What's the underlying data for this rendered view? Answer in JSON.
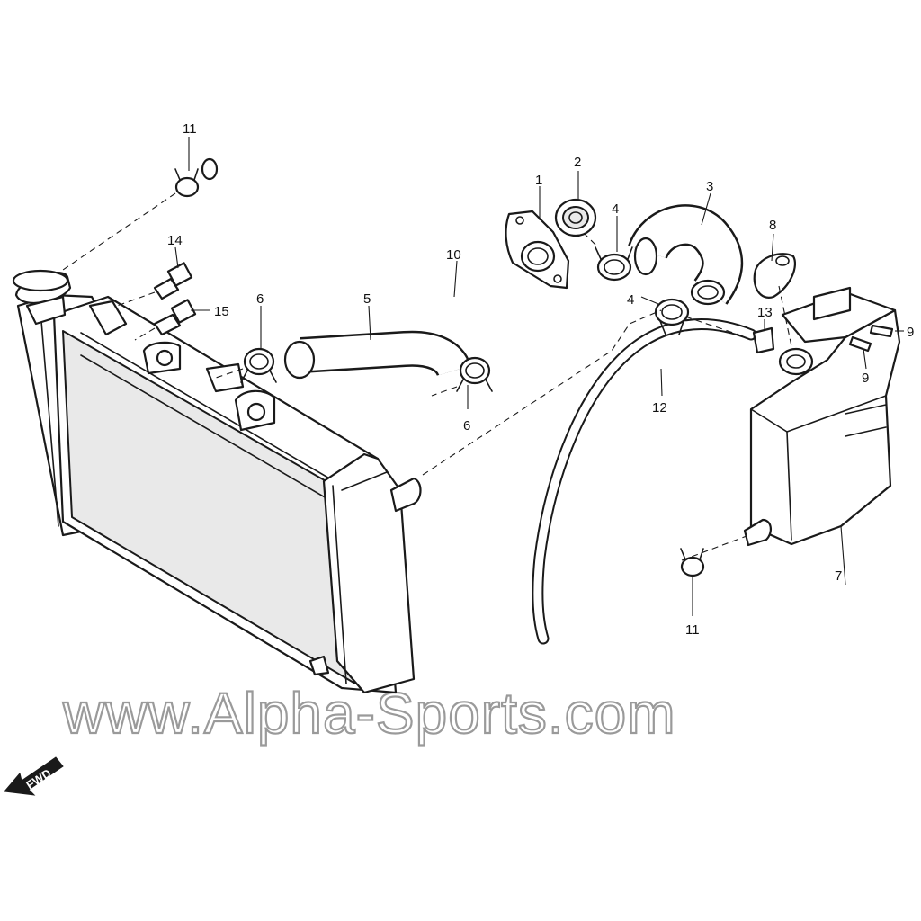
{
  "diagram": {
    "watermark": "www.Alpha-Sports.com",
    "direction_label": "FWD",
    "callouts": [
      {
        "id": "c1",
        "label": "1"
      },
      {
        "id": "c2",
        "label": "2"
      },
      {
        "id": "c3",
        "label": "3"
      },
      {
        "id": "c4a",
        "label": "4"
      },
      {
        "id": "c4b",
        "label": "4"
      },
      {
        "id": "c5",
        "label": "5"
      },
      {
        "id": "c6a",
        "label": "6"
      },
      {
        "id": "c6b",
        "label": "6"
      },
      {
        "id": "c7",
        "label": "7"
      },
      {
        "id": "c8",
        "label": "8"
      },
      {
        "id": "c9a",
        "label": "9"
      },
      {
        "id": "c9b",
        "label": "9"
      },
      {
        "id": "c10",
        "label": "10"
      },
      {
        "id": "c11a",
        "label": "11"
      },
      {
        "id": "c11b",
        "label": "11"
      },
      {
        "id": "c12",
        "label": "12"
      },
      {
        "id": "c13",
        "label": "13"
      },
      {
        "id": "c14",
        "label": "14"
      },
      {
        "id": "c15",
        "label": "15"
      }
    ]
  }
}
